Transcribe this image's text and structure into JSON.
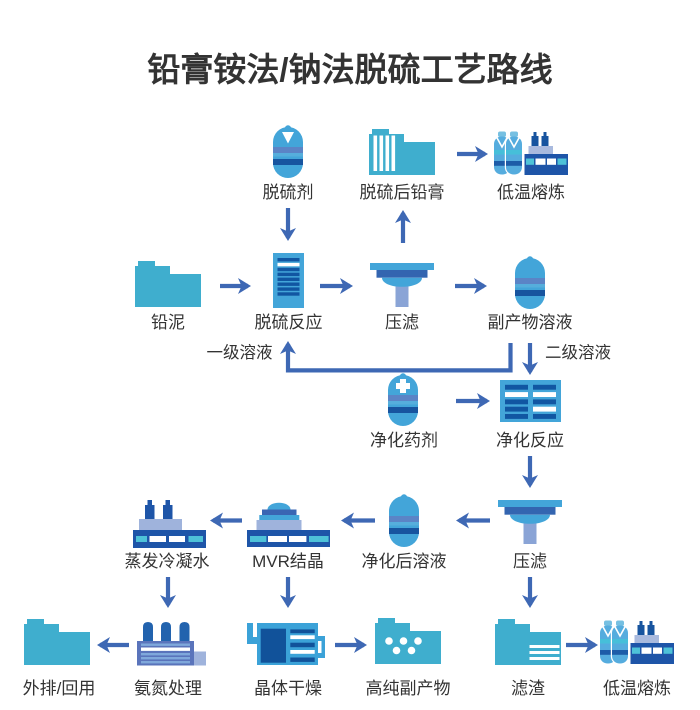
{
  "title": "铅膏铵法/钠法脱硫工艺路线",
  "edge_labels": {
    "primary": "一级溶液",
    "secondary": "二级溶液"
  },
  "nodes": {
    "tuoliuji": {
      "label": "脱硫剂",
      "icon": "dosing-tank-icon"
    },
    "tuoliuhou_qiangao": {
      "label": "脱硫后铅膏",
      "icon": "striped-folder-icon"
    },
    "diwen_ronglian_top": {
      "label": "低温熔炼",
      "icon": "smelter-plant-icon"
    },
    "qianni": {
      "label": "铅泥",
      "icon": "folder-icon"
    },
    "tuoliu_fanying": {
      "label": "脱硫反应",
      "icon": "reactor-column-icon"
    },
    "yalv_top": {
      "label": "压滤",
      "icon": "filter-press-icon"
    },
    "fuchanwu_rongye": {
      "label": "副产物溶液",
      "icon": "solution-tank-icon"
    },
    "jinghua_yaoji": {
      "label": "净化药剂",
      "icon": "medical-tank-icon"
    },
    "jinghua_fanying": {
      "label": "净化反应",
      "icon": "plate-reactor-icon"
    },
    "zhengfa_lengningshui": {
      "label": "蒸发冷凝水",
      "icon": "evaporator-plant-icon"
    },
    "mvr_jiejing": {
      "label": "MVR结晶",
      "icon": "crystallizer-plant-icon"
    },
    "jinghua_hou_rongye": {
      "label": "净化后溶液",
      "icon": "solution-tank-icon"
    },
    "yalv_bottom": {
      "label": "压滤",
      "icon": "filter-press-icon"
    },
    "waipai_huiyong": {
      "label": "外排/回用",
      "icon": "folder-icon"
    },
    "andan_chuli": {
      "label": "氨氮处理",
      "icon": "treatment-plant-icon"
    },
    "jingti_ganzao": {
      "label": "晶体干燥",
      "icon": "dryer-machine-icon"
    },
    "gaochun_fuchanwu": {
      "label": "高纯副产物",
      "icon": "dotted-folder-icon"
    },
    "lvzha": {
      "label": "滤渣",
      "icon": "lined-folder-icon"
    },
    "diwen_ronglian_bottom": {
      "label": "低温熔炼",
      "icon": "smelter-plant-icon"
    }
  },
  "edges": [
    {
      "from": "qianni",
      "to": "tuoliu_fanying",
      "label": ""
    },
    {
      "from": "tuoliuji",
      "to": "tuoliu_fanying",
      "label": ""
    },
    {
      "from": "tuoliu_fanying",
      "to": "yalv_top",
      "label": ""
    },
    {
      "from": "yalv_top",
      "to": "tuoliuhou_qiangao",
      "label": ""
    },
    {
      "from": "tuoliuhou_qiangao",
      "to": "diwen_ronglian_top",
      "label": ""
    },
    {
      "from": "yalv_top",
      "to": "fuchanwu_rongye",
      "label": ""
    },
    {
      "from": "fuchanwu_rongye",
      "to": "tuoliu_fanying",
      "label": "一级溶液"
    },
    {
      "from": "fuchanwu_rongye",
      "to": "jinghua_fanying",
      "label": "二级溶液"
    },
    {
      "from": "jinghua_yaoji",
      "to": "jinghua_fanying",
      "label": ""
    },
    {
      "from": "jinghua_fanying",
      "to": "yalv_bottom",
      "label": ""
    },
    {
      "from": "yalv_bottom",
      "to": "jinghua_hou_rongye",
      "label": ""
    },
    {
      "from": "jinghua_hou_rongye",
      "to": "mvr_jiejing",
      "label": ""
    },
    {
      "from": "mvr_jiejing",
      "to": "zhengfa_lengningshui",
      "label": ""
    },
    {
      "from": "zhengfa_lengningshui",
      "to": "andan_chuli",
      "label": ""
    },
    {
      "from": "andan_chuli",
      "to": "waipai_huiyong",
      "label": ""
    },
    {
      "from": "mvr_jiejing",
      "to": "jingti_ganzao",
      "label": ""
    },
    {
      "from": "jingti_ganzao",
      "to": "gaochun_fuchanwu",
      "label": ""
    },
    {
      "from": "yalv_bottom",
      "to": "lvzha",
      "label": ""
    },
    {
      "from": "lvzha",
      "to": "diwen_ronglian_bottom",
      "label": ""
    }
  ],
  "colors": {
    "background": "#FFFFFF",
    "text": "#333333",
    "arrow_blue": "#3E68B4",
    "teal_folder": "#3FAECE",
    "light_blue": "#43A5D9",
    "machine_blue": "#3BA2D8",
    "dark_blue": "#1E55A8",
    "bar_dark_blue": "#1156A2",
    "band_medium_blue": "#5B84C6",
    "band_dark_blue": "#17549F",
    "periwinkle": "#9FB3DC",
    "stem_blue": "#8AA4D6",
    "violet_blue_body": "#5A74BB",
    "window_teal": "#4EC2D8",
    "bottle_blue": "#55ACDE",
    "bottle_stripe_teal": "#46BFD9"
  }
}
